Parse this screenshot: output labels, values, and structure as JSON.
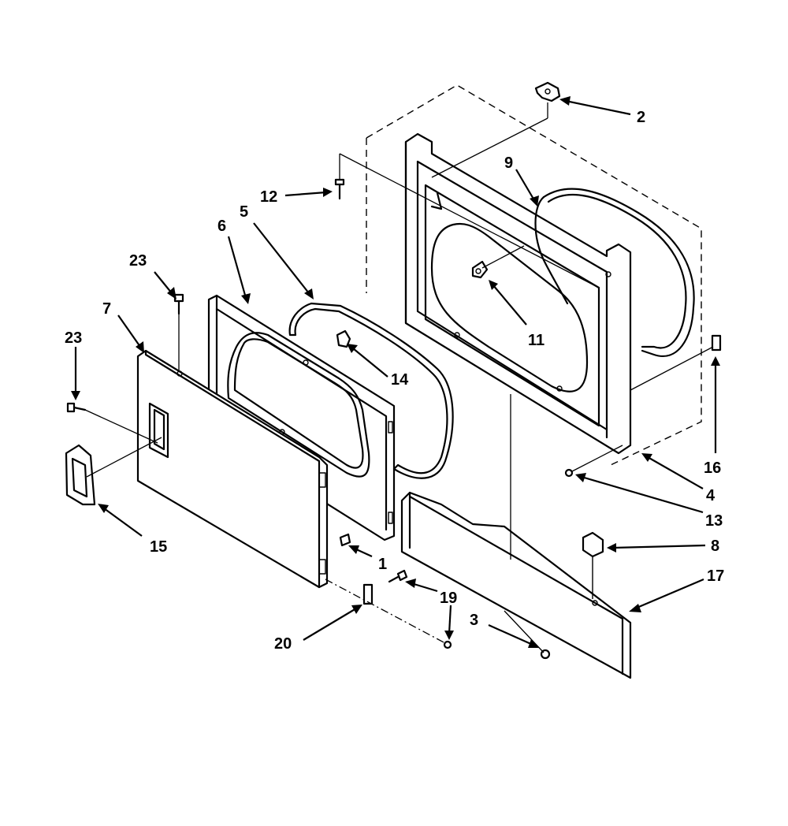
{
  "callouts": [
    {
      "id": "c1",
      "label": "1"
    },
    {
      "id": "c2",
      "label": "2"
    },
    {
      "id": "c3",
      "label": "3"
    },
    {
      "id": "c4",
      "label": "4"
    },
    {
      "id": "c5",
      "label": "5"
    },
    {
      "id": "c6",
      "label": "6"
    },
    {
      "id": "c7",
      "label": "7"
    },
    {
      "id": "c8",
      "label": "8"
    },
    {
      "id": "c9",
      "label": "9"
    },
    {
      "id": "c11",
      "label": "11"
    },
    {
      "id": "c12",
      "label": "12"
    },
    {
      "id": "c13",
      "label": "13"
    },
    {
      "id": "c14",
      "label": "14"
    },
    {
      "id": "c15",
      "label": "15"
    },
    {
      "id": "c16",
      "label": "16"
    },
    {
      "id": "c17",
      "label": "17"
    },
    {
      "id": "c19",
      "label": "19"
    },
    {
      "id": "c20",
      "label": "20"
    },
    {
      "id": "c23a",
      "label": "23"
    },
    {
      "id": "c23b",
      "label": "23"
    }
  ]
}
